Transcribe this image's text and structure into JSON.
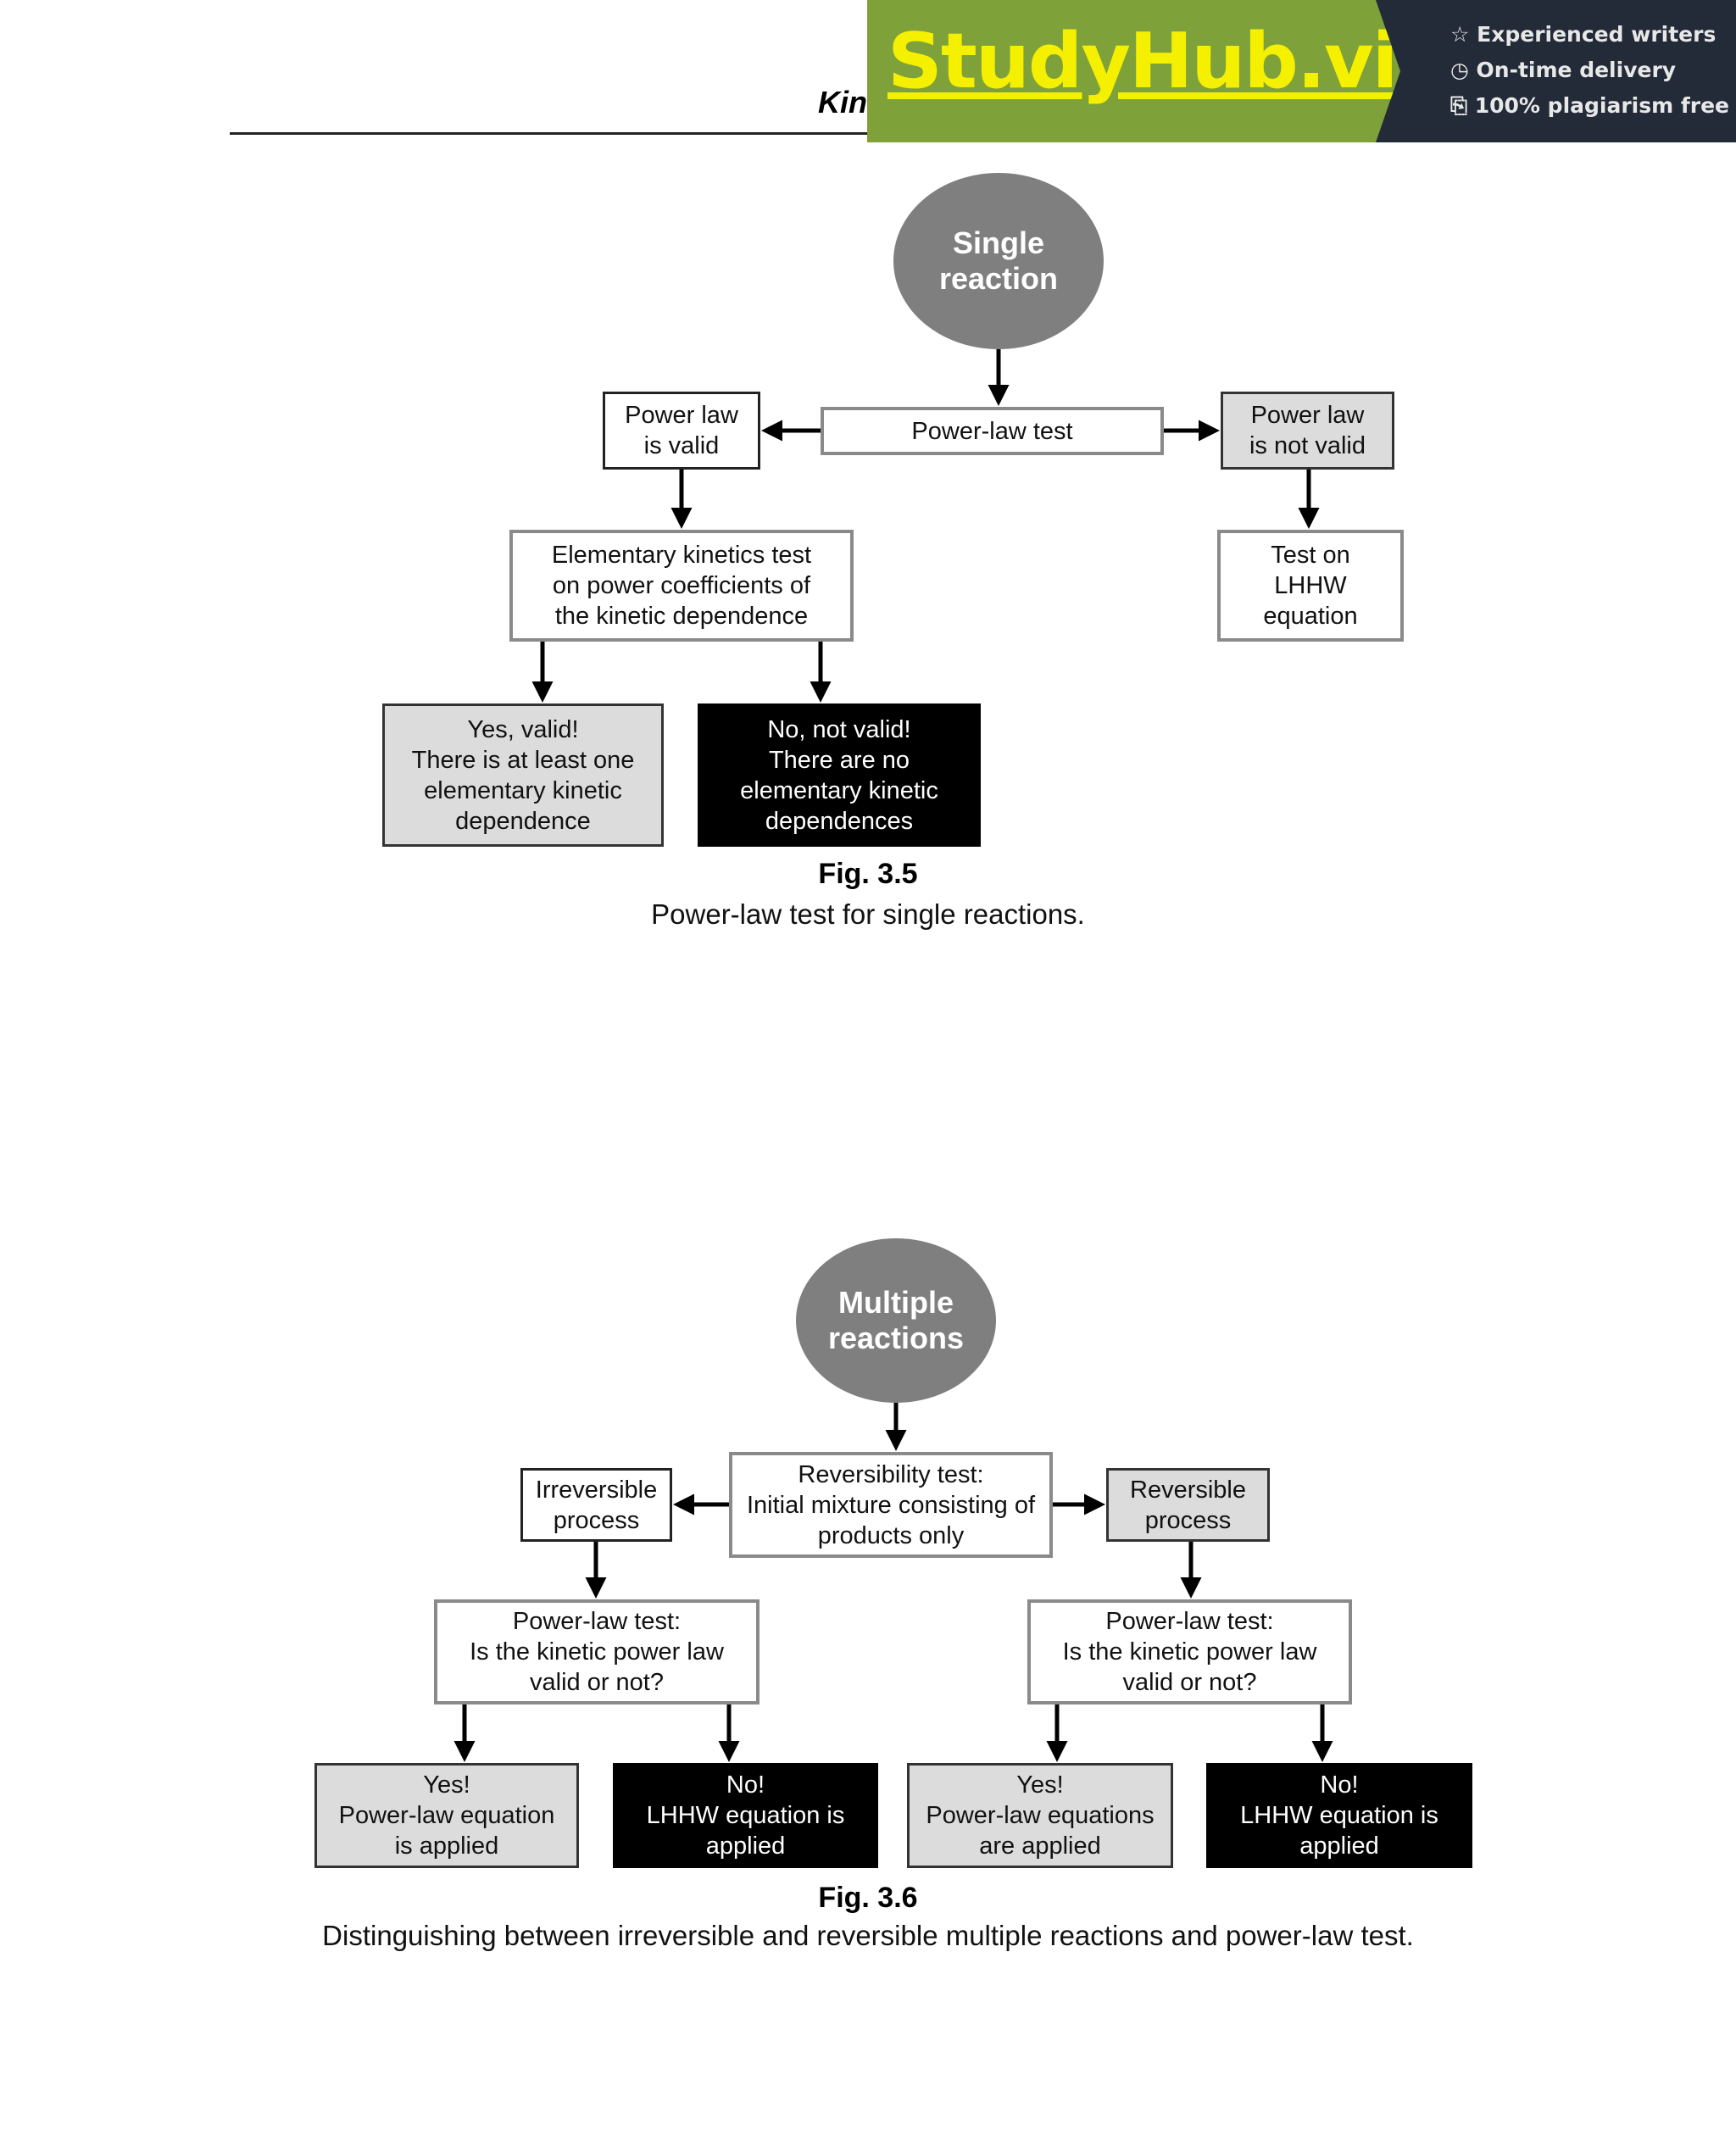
{
  "header": {
    "running_title_fragment": "Kin"
  },
  "banner": {
    "brand": "StudyHub.vip",
    "features": [
      {
        "icon": "star-icon",
        "glyph": "☆",
        "text": "Experienced writers"
      },
      {
        "icon": "clock-icon",
        "glyph": "◷",
        "text": "On-time delivery"
      },
      {
        "icon": "copy-icon",
        "glyph": "⎘",
        "text": "100% plagiarism free"
      }
    ],
    "colors": {
      "green": "#7fa13a",
      "dark": "#232a38",
      "brand_text": "#f5f000"
    }
  },
  "fig35": {
    "start": "Single\nreaction",
    "test": "Power-law test",
    "valid": "Power law\nis valid",
    "not_valid": "Power law\nis not valid",
    "elementary": "Elementary kinetics test\non power coefficients of\nthe kinetic dependence",
    "lhhw": "Test on\nLHHW\nequation",
    "yes": "Yes, valid!\nThere is at least one\nelementary kinetic\ndependence",
    "no": "No, not valid!\nThere are no\nelementary kinetic\ndependences",
    "fig_label": "Fig. 3.5",
    "caption": "Power-law test for single reactions."
  },
  "fig36": {
    "start": "Multiple\nreactions",
    "test": "Reversibility test:\nInitial mixture consisting of\nproducts only",
    "irreversible": "Irreversible\nprocess",
    "reversible": "Reversible\nprocess",
    "pl_left": "Power-law test:\nIs the kinetic power law\nvalid or not?",
    "pl_right": "Power-law test:\nIs the kinetic power law\nvalid or not?",
    "yes_left": "Yes!\nPower-law equation\nis applied",
    "no_left": "No!\nLHHW equation is\napplied",
    "yes_right": "Yes!\nPower-law equations\nare applied",
    "no_right": "No!\nLHHW equation is\napplied",
    "fig_label": "Fig. 3.6",
    "caption": "Distinguishing between irreversible and reversible multiple reactions and power-law test."
  }
}
